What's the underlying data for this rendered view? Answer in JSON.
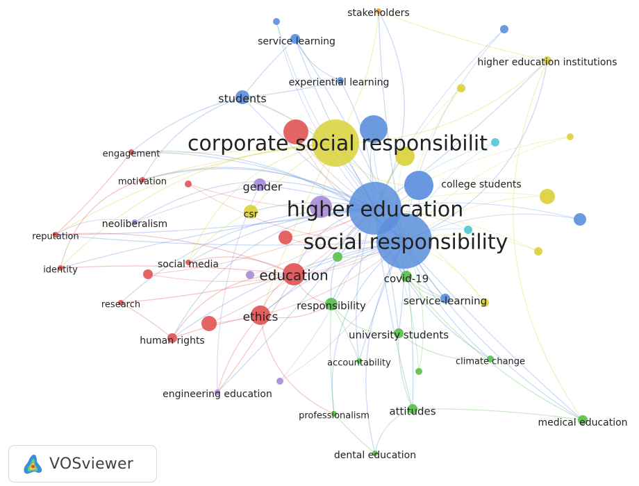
{
  "app": {
    "name": "VOSviewer"
  },
  "clusters": {
    "red": "#e05454",
    "yellow": "#d9d23a",
    "blue": "#5b8fdc",
    "green": "#5dbf4e",
    "purple": "#a78bd6",
    "orange": "#f0a040",
    "cyan": "#4cc8d4"
  },
  "nodes": [
    {
      "id": "stakeholders",
      "label": "stakeholders",
      "cluster": "orange",
      "weight": 1
    },
    {
      "id": "service_learning_a",
      "label": "service learning",
      "cluster": "blue",
      "weight": 2
    },
    {
      "id": "heis",
      "label": "higher education institutions",
      "cluster": "yellow",
      "weight": 2
    },
    {
      "id": "experiential_learning",
      "label": "experiential learning",
      "cluster": "blue",
      "weight": 1
    },
    {
      "id": "students",
      "label": "students",
      "cluster": "blue",
      "weight": 3
    },
    {
      "id": "csr_full",
      "label": "corporate social responsibilit",
      "cluster": "yellow",
      "weight": 8
    },
    {
      "id": "engagement",
      "label": "engagement",
      "cluster": "red",
      "weight": 1
    },
    {
      "id": "motivation",
      "label": "motivation",
      "cluster": "red",
      "weight": 1
    },
    {
      "id": "gender",
      "label": "gender",
      "cluster": "purple",
      "weight": 2
    },
    {
      "id": "college_students",
      "label": "college students",
      "cluster": "blue",
      "weight": 2
    },
    {
      "id": "higher_education",
      "label": "higher education",
      "cluster": "blue",
      "weight": 10
    },
    {
      "id": "csr",
      "label": "csr",
      "cluster": "yellow",
      "weight": 2
    },
    {
      "id": "neoliberalism",
      "label": "neoliberalism",
      "cluster": "purple",
      "weight": 1
    },
    {
      "id": "reputation",
      "label": "reputation",
      "cluster": "red",
      "weight": 1
    },
    {
      "id": "social_responsibility",
      "label": "social responsibility",
      "cluster": "blue",
      "weight": 10
    },
    {
      "id": "social_media",
      "label": "social media",
      "cluster": "red",
      "weight": 1
    },
    {
      "id": "identity",
      "label": "identity",
      "cluster": "red",
      "weight": 1
    },
    {
      "id": "education",
      "label": "education",
      "cluster": "red",
      "weight": 4
    },
    {
      "id": "covid19",
      "label": "covid-19",
      "cluster": "green",
      "weight": 2
    },
    {
      "id": "research",
      "label": "research",
      "cluster": "red",
      "weight": 1
    },
    {
      "id": "responsibility",
      "label": "responsibility",
      "cluster": "green",
      "weight": 2
    },
    {
      "id": "service_learning_b",
      "label": "service-learning",
      "cluster": "blue",
      "weight": 2
    },
    {
      "id": "ethics",
      "label": "ethics",
      "cluster": "red",
      "weight": 3
    },
    {
      "id": "university_students",
      "label": "university students",
      "cluster": "green",
      "weight": 2
    },
    {
      "id": "human_rights",
      "label": "human rights",
      "cluster": "red",
      "weight": 2
    },
    {
      "id": "accountability",
      "label": "accountability",
      "cluster": "green",
      "weight": 1
    },
    {
      "id": "climate_change",
      "label": "climate change",
      "cluster": "green",
      "weight": 1
    },
    {
      "id": "engineering_education",
      "label": "engineering education",
      "cluster": "purple",
      "weight": 1
    },
    {
      "id": "professionalism",
      "label": "professionalism",
      "cluster": "green",
      "weight": 1
    },
    {
      "id": "attitudes",
      "label": "attitudes",
      "cluster": "green",
      "weight": 2
    },
    {
      "id": "medical_education",
      "label": "medical education",
      "cluster": "green",
      "weight": 2
    },
    {
      "id": "dental_education",
      "label": "dental education",
      "cluster": "green",
      "weight": 1
    }
  ],
  "links": [
    [
      "higher_education",
      "social_responsibility"
    ],
    [
      "higher_education",
      "csr_full"
    ],
    [
      "social_responsibility",
      "csr_full"
    ],
    [
      "higher_education",
      "students"
    ],
    [
      "higher_education",
      "education"
    ],
    [
      "higher_education",
      "ethics"
    ],
    [
      "higher_education",
      "gender"
    ],
    [
      "higher_education",
      "csr"
    ],
    [
      "higher_education",
      "college_students"
    ],
    [
      "higher_education",
      "stakeholders"
    ],
    [
      "higher_education",
      "service_learning_a"
    ],
    [
      "higher_education",
      "heis"
    ],
    [
      "higher_education",
      "experiential_learning"
    ],
    [
      "higher_education",
      "covid19"
    ],
    [
      "higher_education",
      "responsibility"
    ],
    [
      "higher_education",
      "university_students"
    ],
    [
      "higher_education",
      "medical_education"
    ],
    [
      "higher_education",
      "engagement"
    ],
    [
      "higher_education",
      "motivation"
    ],
    [
      "higher_education",
      "neoliberalism"
    ],
    [
      "higher_education",
      "reputation"
    ],
    [
      "higher_education",
      "identity"
    ],
    [
      "higher_education",
      "social_media"
    ],
    [
      "higher_education",
      "research"
    ],
    [
      "higher_education",
      "human_rights"
    ],
    [
      "higher_education",
      "engineering_education"
    ],
    [
      "higher_education",
      "attitudes"
    ],
    [
      "higher_education",
      "accountability"
    ],
    [
      "higher_education",
      "climate_change"
    ],
    [
      "higher_education",
      "service_learning_b"
    ],
    [
      "social_responsibility",
      "students"
    ],
    [
      "social_responsibility",
      "education"
    ],
    [
      "social_responsibility",
      "ethics"
    ],
    [
      "social_responsibility",
      "covid19"
    ],
    [
      "social_responsibility",
      "responsibility"
    ],
    [
      "social_responsibility",
      "university_students"
    ],
    [
      "social_responsibility",
      "service_learning_b"
    ],
    [
      "social_responsibility",
      "medical_education"
    ],
    [
      "social_responsibility",
      "dental_education"
    ],
    [
      "social_responsibility",
      "professionalism"
    ],
    [
      "social_responsibility",
      "attitudes"
    ],
    [
      "social_responsibility",
      "accountability"
    ],
    [
      "social_responsibility",
      "climate_change"
    ],
    [
      "social_responsibility",
      "college_students"
    ],
    [
      "social_responsibility",
      "heis"
    ],
    [
      "social_responsibility",
      "stakeholders"
    ],
    [
      "social_responsibility",
      "service_learning_a"
    ],
    [
      "social_responsibility",
      "human_rights"
    ],
    [
      "social_responsibility",
      "engagement"
    ],
    [
      "social_responsibility",
      "motivation"
    ],
    [
      "social_responsibility",
      "reputation"
    ],
    [
      "csr_full",
      "students"
    ],
    [
      "csr_full",
      "stakeholders"
    ],
    [
      "csr_full",
      "heis"
    ],
    [
      "csr_full",
      "college_students"
    ],
    [
      "csr_full",
      "engagement"
    ],
    [
      "csr_full",
      "motivation"
    ],
    [
      "csr_full",
      "reputation"
    ],
    [
      "csr_full",
      "identity"
    ],
    [
      "csr_full",
      "social_media"
    ],
    [
      "csr_full",
      "education"
    ],
    [
      "csr_full",
      "ethics"
    ],
    [
      "csr_full",
      "csr"
    ],
    [
      "education",
      "ethics"
    ],
    [
      "education",
      "human_rights"
    ],
    [
      "education",
      "research"
    ],
    [
      "education",
      "identity"
    ],
    [
      "education",
      "reputation"
    ],
    [
      "education",
      "social_media"
    ],
    [
      "education",
      "responsibility"
    ],
    [
      "education",
      "engineering_education"
    ],
    [
      "ethics",
      "human_rights"
    ],
    [
      "ethics",
      "engineering_education"
    ],
    [
      "ethics",
      "responsibility"
    ],
    [
      "ethics",
      "professionalism"
    ],
    [
      "students",
      "service_learning_a"
    ],
    [
      "students",
      "experiential_learning"
    ],
    [
      "students",
      "engagement"
    ],
    [
      "students",
      "motivation"
    ],
    [
      "responsibility",
      "university_students"
    ],
    [
      "responsibility",
      "accountability"
    ],
    [
      "responsibility",
      "professionalism"
    ],
    [
      "university_students",
      "attitudes"
    ],
    [
      "university_students",
      "climate_change"
    ],
    [
      "attitudes",
      "dental_education"
    ],
    [
      "attitudes",
      "medical_education"
    ],
    [
      "professionalism",
      "dental_education"
    ],
    [
      "covid19",
      "medical_education"
    ],
    [
      "covid19",
      "service_learning_b"
    ],
    [
      "heis",
      "medical_education"
    ],
    [
      "heis",
      "stakeholders"
    ],
    [
      "gender",
      "neoliberalism"
    ],
    [
      "gender",
      "engineering_education"
    ],
    [
      "neoliberalism",
      "reputation"
    ],
    [
      "motivation",
      "identity"
    ],
    [
      "engagement",
      "reputation"
    ],
    [
      "human_rights",
      "research"
    ],
    [
      "csr",
      "social_media"
    ],
    [
      "service_learning_a",
      "experiential_learning"
    ]
  ]
}
